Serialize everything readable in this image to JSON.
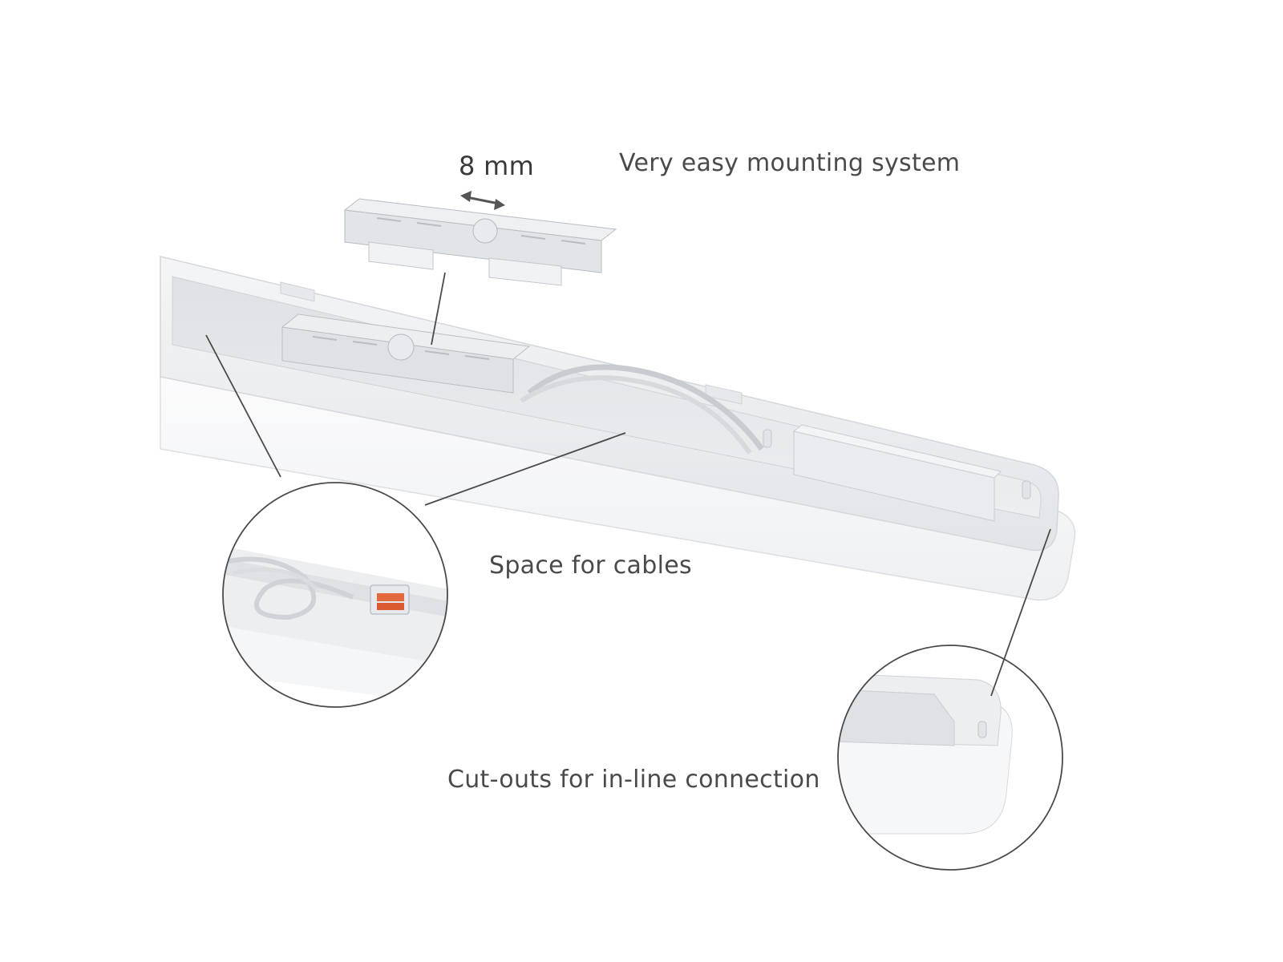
{
  "labels": {
    "dimension": "8 mm",
    "mounting": "Very easy mounting system",
    "cables": "Space for cables",
    "cutouts": "Cut-outs for in-line connection"
  },
  "colors": {
    "background": "#ffffff",
    "housing": "#eceef0",
    "housing_shadow": "#d6d9dc",
    "bracket": "#dfe2e5",
    "connector_accent": "#e26a3c",
    "leader_line": "#4a4a4a",
    "text": "#4a4a4a"
  },
  "icons": {
    "dimension_arrow": "double-arrow-icon"
  }
}
